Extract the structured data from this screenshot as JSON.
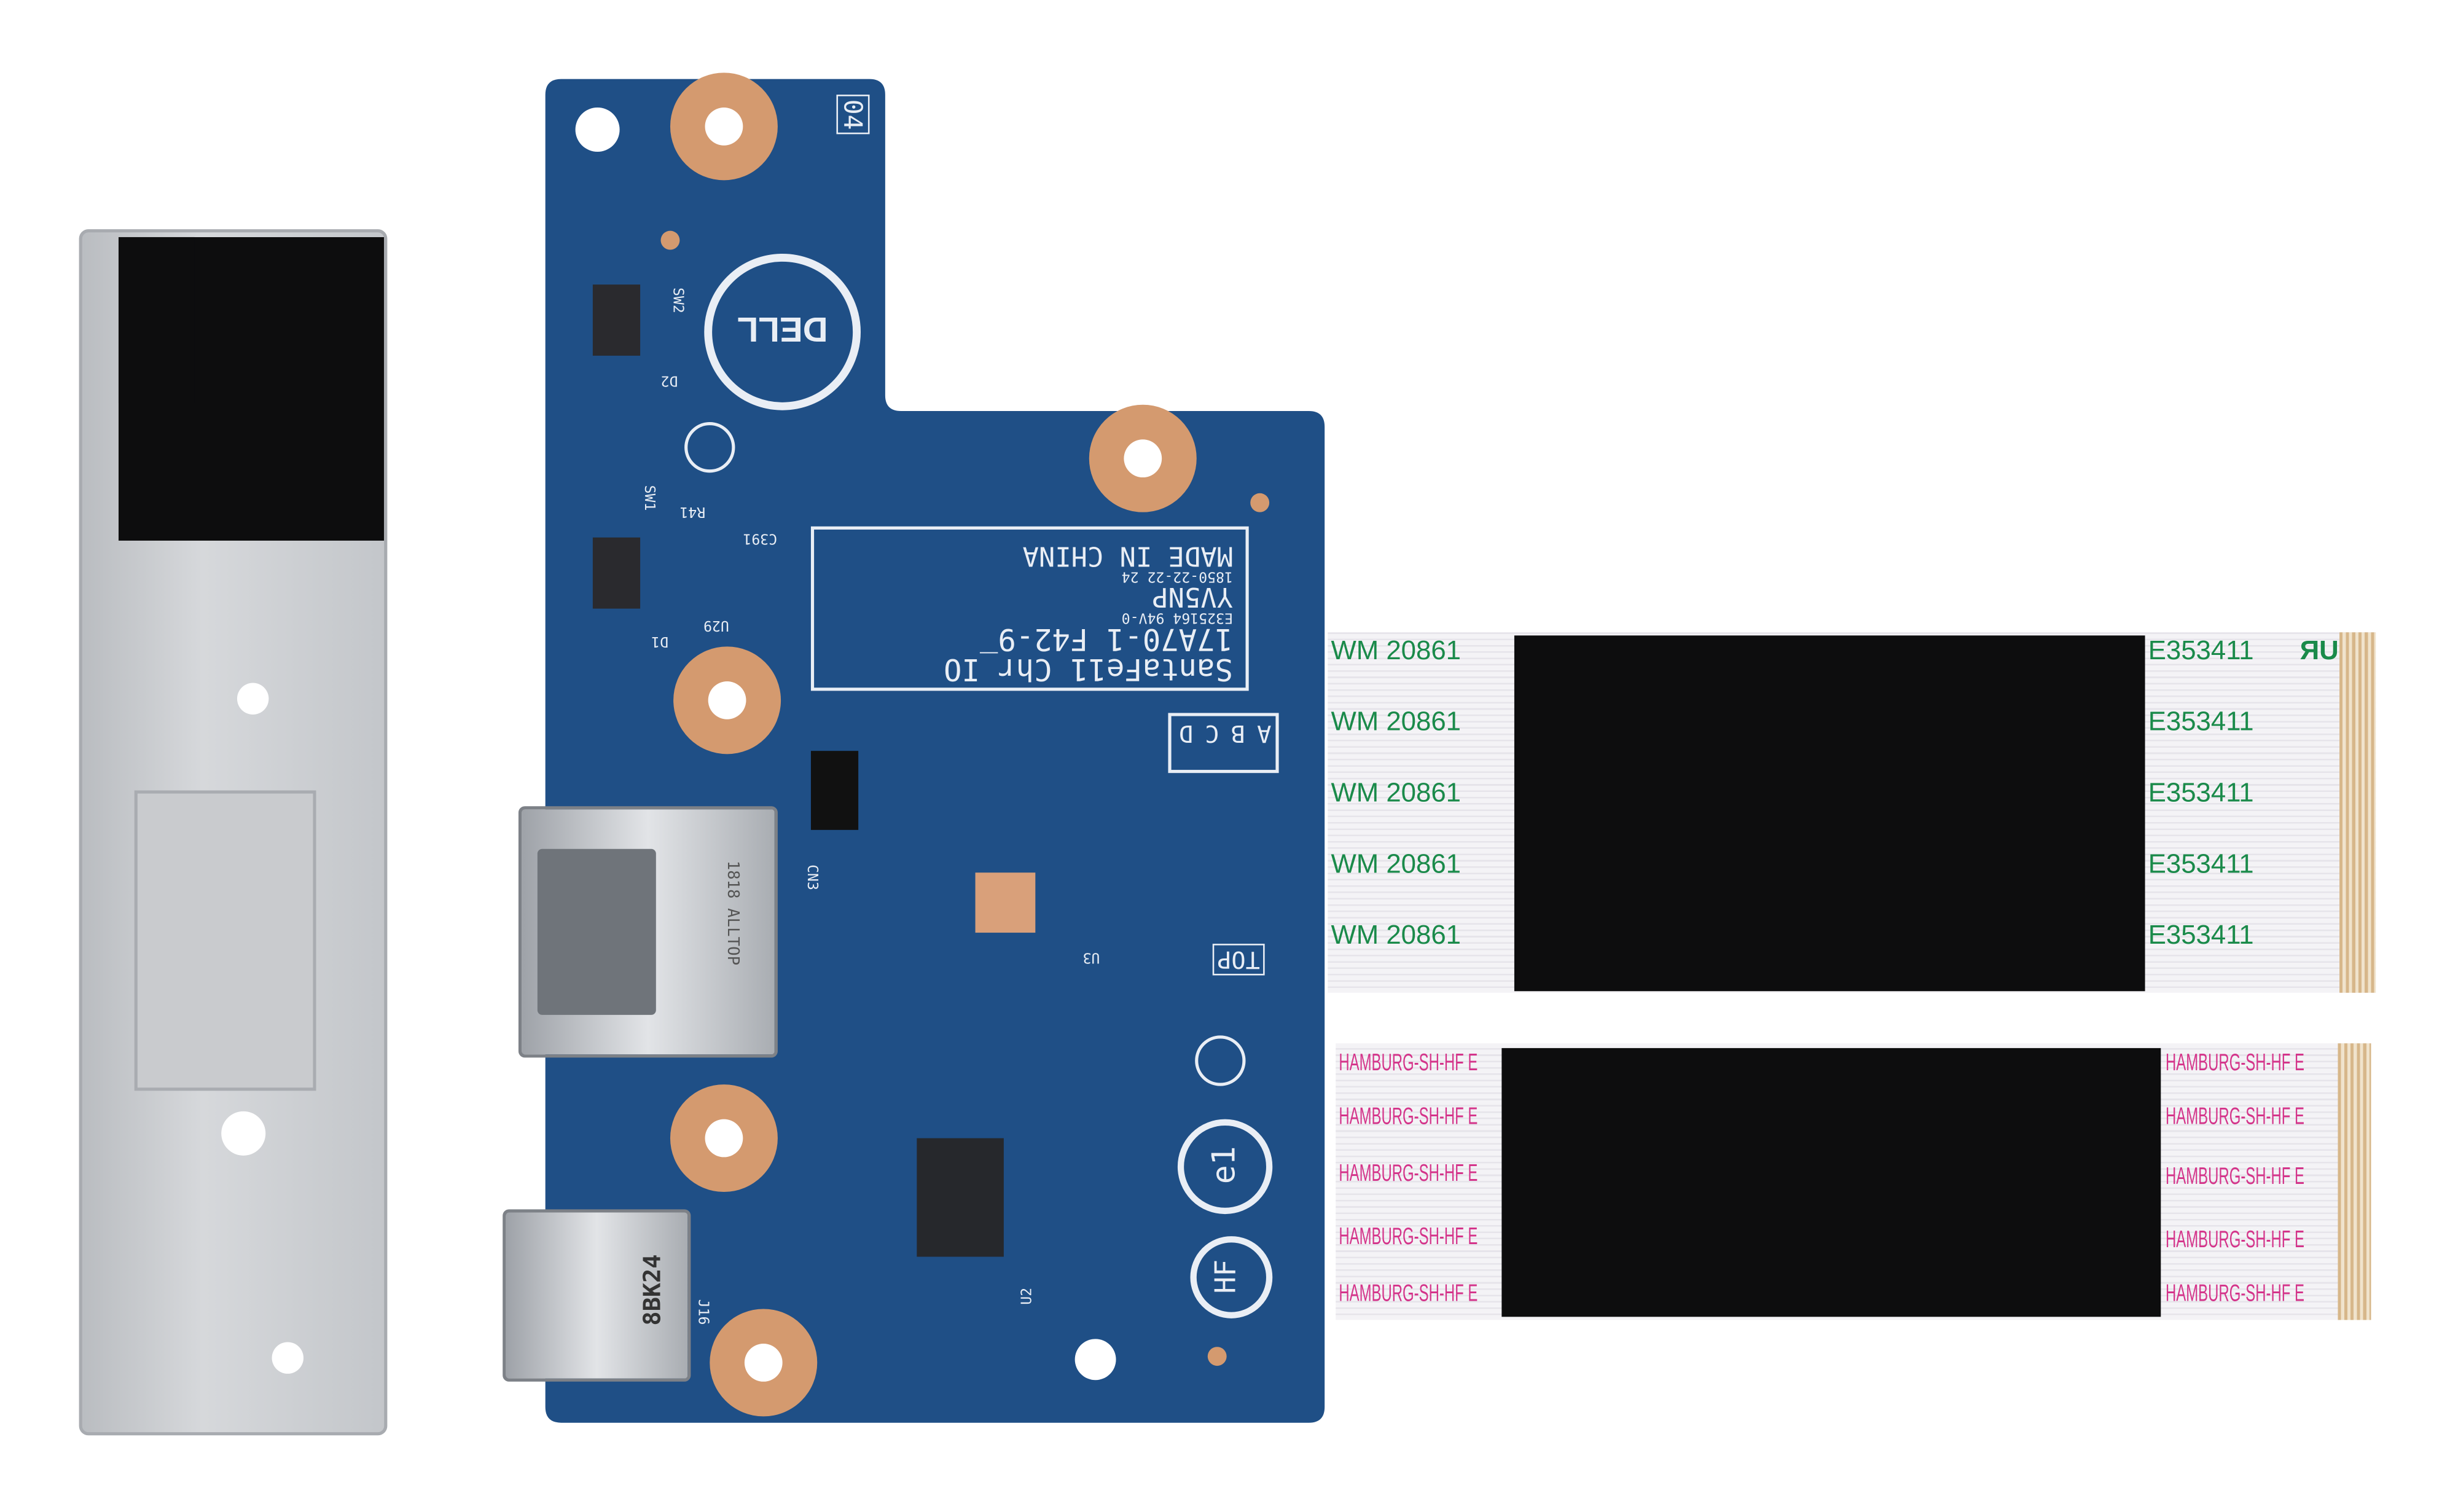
{
  "board": {
    "label_lines": [
      "SantaFe11 Chr_IO",
      "17A70-1  F42-9",
      "E325164 94V-0",
      "YV5NP",
      "1850-22-22 24",
      "MADE IN CHINA"
    ],
    "silk": {
      "rev": "04",
      "sw2": "SW2",
      "d2": "D2",
      "sw1": "SW1",
      "d1": "D1",
      "r41": "R41",
      "c391": "C391",
      "u29": "U29",
      "top": "TOP",
      "hf": "HF",
      "e1": "e1",
      "a": "A",
      "b": "B",
      "c": "C",
      "d": "D",
      "u3": "U3",
      "u2": "U2",
      "cn3": "CN3",
      "j16": "J16"
    },
    "logo": "DELL",
    "usb_a_mark": "1818 ALLTOP",
    "usb_c_mark": "8BK24"
  },
  "cable_top": {
    "left_text": "WM 20861",
    "right_text": "E353411",
    "ul": "ЯU"
  },
  "cable_bottom": {
    "text": "HAMBURG-SH-HF E"
  },
  "colors": {
    "pcb": "#1f4f86",
    "copper": "#d49a6f",
    "tape": "#0d0d0e",
    "metal": "#c8cacd"
  }
}
